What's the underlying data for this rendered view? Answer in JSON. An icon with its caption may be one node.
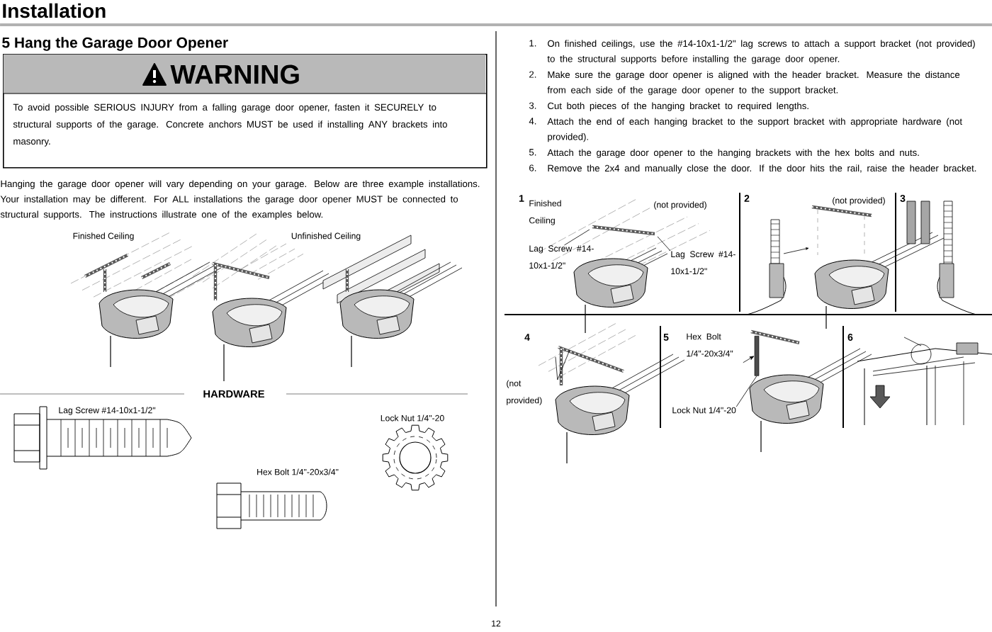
{
  "diagram": {
    "title": "5 Hang the Garage Door Opener",
    "nodes": [
      {
        "text": [
          "WARNING",
          "To avoid possible SERIOUS INJURY from a falling garage door opener, fasten it SECURELY to structural supports of the garage. Concrete anchors MUST be used if installing ANY brackets into masonry."
        ]
      },
      {
        "text": [
          "Lag Screw #14-10x1-1/2\""
        ]
      },
      {
        "text": [
          "Lag Screw #14-10x1-1/2\""
        ]
      },
      {
        "text": [
          "(not provided)"
        ]
      },
      {
        "text": [
          "Hex Bolt 1/4\"-20x3/4\""
        ]
      },
      {
        "text": [
          "Lock Nut 1/4\"-20"
        ]
      },
      {
        "text": [],
        "shape": "bar"
      }
    ],
    "edges": [
      {
        "from": 1,
        "to": null,
        "arrow": "none"
      },
      {
        "from": 2,
        "to": null,
        "arrow": "none"
      },
      {
        "from": 3,
        "to": null,
        "arrow": "none"
      },
      {
        "from": 3,
        "to": null,
        "arrow": "none"
      },
      {
        "from": 4,
        "to": 6,
        "arrow": "to"
      },
      {
        "from": 5,
        "to": 6,
        "arrow": "none"
      }
    ],
    "labels": [
      "Installation",
      "Hanging the garage door opener will vary depending on your garage. Below are three example installations. Your installation may be different. For ALL installations the garage door opener MUST be connected to structural supports. The instructions illustrate one of the examples below.",
      "Finished Ceiling",
      "Unfinished Ceiling",
      "HARDWARE",
      "Lag Screw #14-10x1-1/2\"",
      "Lock Nut 1/4\"-20",
      "Hex Bolt 1/4\"-20x3/4\"",
      "1.",
      "On finished ceilings, use the #14-10x1-1/2\" lag screws to attach a support bracket (not provided) to the structural supports before installing the garage door opener.",
      "2.",
      "Make sure the garage door opener is aligned with the header bracket. Measure the distance from each side of the garage door opener to the support bracket.",
      "3.",
      "Cut both pieces of the hanging bracket to required lengths.",
      "4.",
      "Attach the end of each hanging bracket to the support bracket with appropriate hardware (not provided).",
      "5.",
      "Attach the garage door opener to the hanging brackets with the hex bolts and nuts.",
      "6.",
      "Remove the 2x4 and manually close the door. If the door hits the rail, raise the header bracket.",
      "1",
      "Finished Ceiling",
      "(not provided)",
      "2",
      "(not provided)",
      "3",
      "4",
      "5",
      "6",
      "12"
    ]
  }
}
